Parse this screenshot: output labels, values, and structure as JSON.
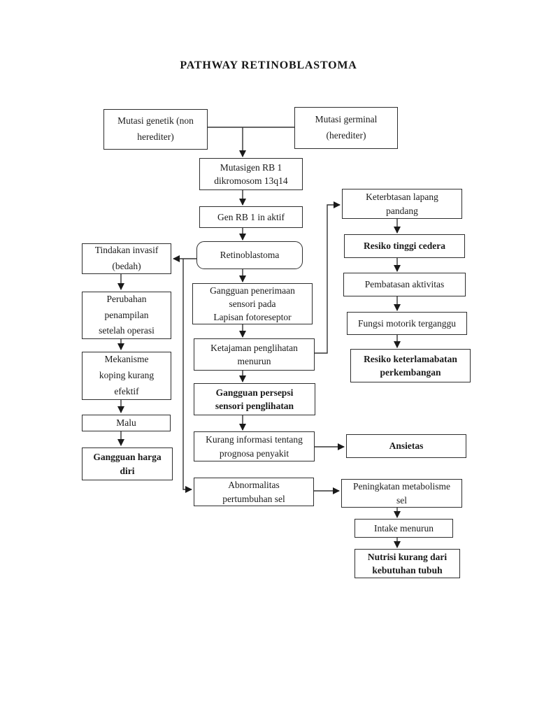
{
  "title": "PATHWAY RETINOBLASTOMA",
  "diagram_type": "flowchart",
  "nodes": {
    "mutasi_genetik": {
      "label": "Mutasi genetik (non\nherediter)",
      "emphasis": false
    },
    "mutasi_germinal": {
      "label": "Mutasi germinal\n(herediter)",
      "emphasis": false
    },
    "mutasi_gen_rb1": {
      "label": "Mutasigen RB 1\ndikromosom 13q14",
      "emphasis": false
    },
    "gen_rb1": {
      "label": "Gen RB 1 in aktif",
      "emphasis": false
    },
    "retinoblastoma": {
      "label": "Retinoblastoma",
      "emphasis": false
    },
    "keterbatasan": {
      "label": "Keterbtasan lapang\npandang",
      "emphasis": false
    },
    "resiko_cedera": {
      "label": "Resiko tinggi cedera",
      "emphasis": true
    },
    "pembatasan": {
      "label": "Pembatasan aktivitas",
      "emphasis": false
    },
    "fungsi_motorik": {
      "label": "Fungsi motorik terganggu",
      "emphasis": false
    },
    "resiko_keterlambatan": {
      "label": "Resiko keterlamabatan\nperkembangan",
      "emphasis": true
    },
    "tindakan_invasif": {
      "label": "Tindakan invasif\n(bedah)",
      "emphasis": false
    },
    "perubahan": {
      "label": "Perubahan\npenampilan\nsetelah operasi",
      "emphasis": false
    },
    "mekanisme": {
      "label": "Mekanisme\nkoping kurang\nefektif",
      "emphasis": false
    },
    "malu": {
      "label": "Malu",
      "emphasis": false
    },
    "gangguan_harga_diri": {
      "label": "Gangguan harga\ndiri",
      "emphasis": true
    },
    "gangguan_penerimaan": {
      "label": "Gangguan penerimaan\nsensori pada\nLapisan fotoreseptor",
      "emphasis": false
    },
    "ketajaman": {
      "label": "Ketajaman penglihatan\nmenurun",
      "emphasis": false
    },
    "gangguan_persepsi": {
      "label": "Gangguan persepsi\nsensori penglihatan",
      "emphasis": true
    },
    "kurang_informasi": {
      "label": "Kurang informasi tentang\nprognosa penyakit",
      "emphasis": false
    },
    "ansietas": {
      "label": "Ansietas",
      "emphasis": true
    },
    "abnormalitas": {
      "label": "Abnormalitas\npertumbuhan sel",
      "emphasis": false
    },
    "peningkatan": {
      "label": "Peningkatan metabolisme\nsel",
      "emphasis": false
    },
    "intake": {
      "label": "Intake menurun",
      "emphasis": false
    },
    "nutrisi": {
      "label": "Nutrisi kurang dari\nkebutuhan tubuh",
      "emphasis": true
    }
  },
  "edges": [
    {
      "from": "mutasi_genetik",
      "to": "mutasi_gen_rb1"
    },
    {
      "from": "mutasi_germinal",
      "to": "mutasi_gen_rb1"
    },
    {
      "from": "mutasi_gen_rb1",
      "to": "gen_rb1"
    },
    {
      "from": "gen_rb1",
      "to": "retinoblastoma"
    },
    {
      "from": "retinoblastoma",
      "to": "tindakan_invasif"
    },
    {
      "from": "retinoblastoma",
      "to": "gangguan_penerimaan"
    },
    {
      "from": "retinoblastoma",
      "to": "abnormalitas"
    },
    {
      "from": "gangguan_penerimaan",
      "to": "ketajaman"
    },
    {
      "from": "ketajaman",
      "to": "gangguan_persepsi"
    },
    {
      "from": "ketajaman",
      "to": "keterbatasan"
    },
    {
      "from": "gangguan_persepsi",
      "to": "kurang_informasi"
    },
    {
      "from": "kurang_informasi",
      "to": "ansietas"
    },
    {
      "from": "keterbatasan",
      "to": "resiko_cedera"
    },
    {
      "from": "resiko_cedera",
      "to": "pembatasan"
    },
    {
      "from": "pembatasan",
      "to": "fungsi_motorik"
    },
    {
      "from": "fungsi_motorik",
      "to": "resiko_keterlambatan"
    },
    {
      "from": "tindakan_invasif",
      "to": "perubahan"
    },
    {
      "from": "perubahan",
      "to": "mekanisme"
    },
    {
      "from": "mekanisme",
      "to": "malu"
    },
    {
      "from": "malu",
      "to": "gangguan_harga_diri"
    },
    {
      "from": "abnormalitas",
      "to": "peningkatan"
    },
    {
      "from": "peningkatan",
      "to": "intake"
    },
    {
      "from": "intake",
      "to": "nutrisi"
    }
  ],
  "colors": {
    "line": "#333333",
    "border": "#2e2e2e",
    "text": "#1a1a1a",
    "background": "#ffffff"
  }
}
